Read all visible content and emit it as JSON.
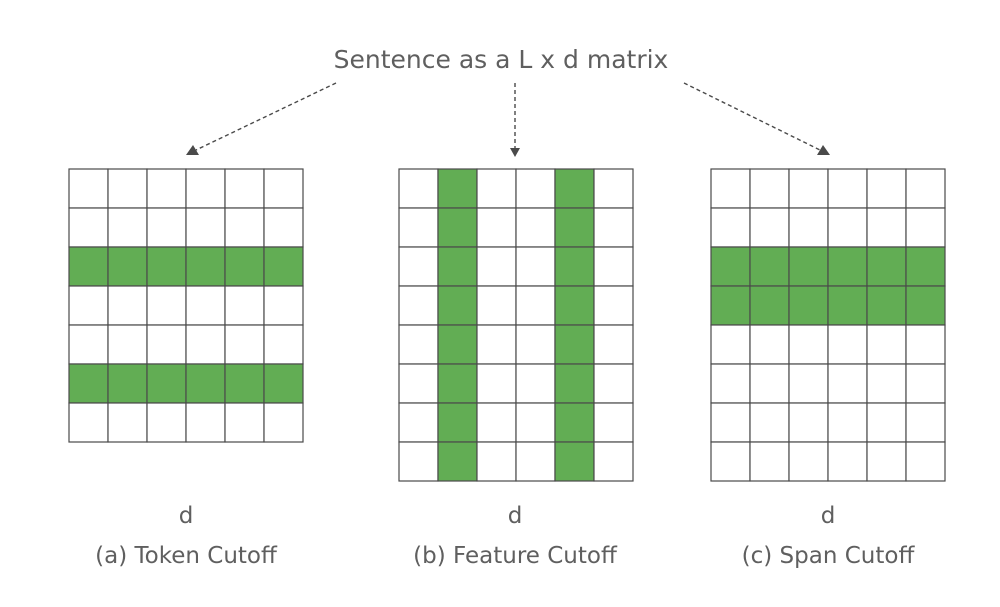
{
  "title": "Sentence as a L x d matrix",
  "colors": {
    "highlight": "#62ad54",
    "empty": "#ffffff",
    "grid": "#4a4a4a",
    "text": "#5f5f5f"
  },
  "matrices": [
    {
      "id": "token",
      "rows": 7,
      "cols": 6,
      "filled_rows": [
        2,
        5
      ],
      "filled_cols": [],
      "axis_label": "d",
      "caption": "(a) Token Cutoff"
    },
    {
      "id": "feature",
      "rows": 8,
      "cols": 6,
      "filled_rows": [],
      "filled_cols": [
        1,
        4
      ],
      "axis_label": "d",
      "caption": "(b) Feature Cutoff"
    },
    {
      "id": "span",
      "rows": 8,
      "cols": 6,
      "filled_rows": [
        2,
        3
      ],
      "filled_cols": [],
      "axis_label": "d",
      "caption": "(c) Span Cutoff"
    }
  ]
}
